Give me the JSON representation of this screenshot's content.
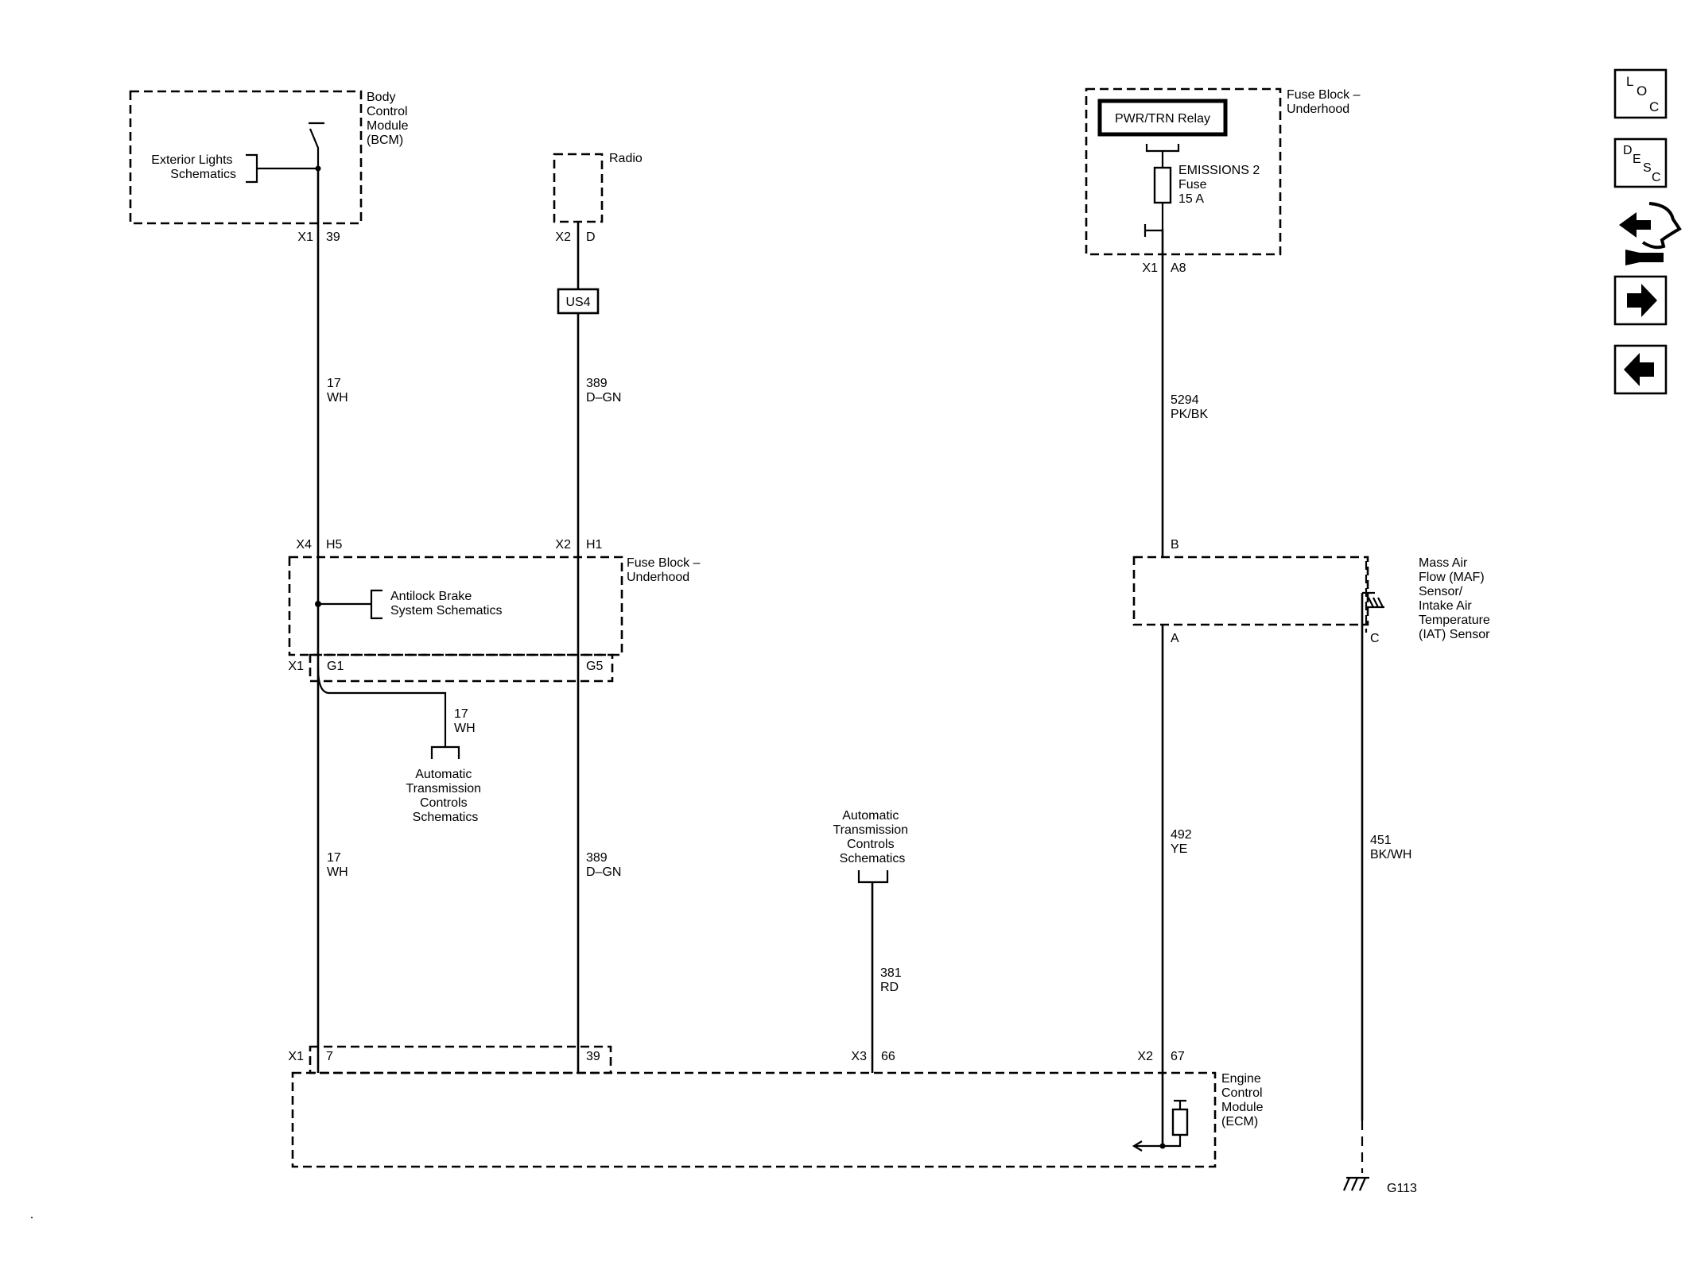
{
  "components": {
    "bcm": [
      "Body",
      "Control",
      "Module",
      "(BCM)"
    ],
    "exterior_lights": [
      "Exterior Lights",
      "Schematics"
    ],
    "radio": "Radio",
    "fuse_block_top": [
      "Fuse Block –",
      "Underhood"
    ],
    "relay": "PWR/TRN Relay",
    "fuse": [
      "EMISSIONS 2",
      "Fuse",
      "15 A"
    ],
    "fuse_block_mid": [
      "Fuse Block –",
      "Underhood"
    ],
    "abs": [
      "Antilock Brake",
      "System Schematics"
    ],
    "atc_left": [
      "Automatic",
      "Transmission",
      "Controls",
      "Schematics"
    ],
    "atc_center": [
      "Automatic",
      "Transmission",
      "Controls",
      "Schematics"
    ],
    "maf": [
      "Mass Air",
      "Flow (MAF)",
      "Sensor/",
      "Intake Air",
      "Temperature",
      "(IAT) Sensor"
    ],
    "ecm": [
      "Engine",
      "Control",
      "Module",
      "(ECM)"
    ],
    "splice": "US4",
    "ground": "G113"
  },
  "wires": {
    "bcm_out": [
      "17",
      "WH"
    ],
    "radio_out": [
      "389",
      "D–GN"
    ],
    "fuse_out": [
      "5294",
      "PK/BK"
    ],
    "atc_branch": [
      "17",
      "WH"
    ],
    "bcm_ecm": [
      "17",
      "WH"
    ],
    "radio_ecm": [
      "389",
      "D–GN"
    ],
    "atc_ecm": [
      "381",
      "RD"
    ],
    "maf_ecm": [
      "492",
      "YE"
    ],
    "maf_gnd": [
      "451",
      "BK/WH"
    ]
  },
  "connectors": {
    "bcm_conn": "X1",
    "bcm_pin": "39",
    "radio_conn": "X2",
    "radio_pin": "D",
    "fb_top_conn": "X1",
    "fb_top_pin": "A8",
    "fb_in_conn_left": "X4",
    "fb_in_pin_left": "H5",
    "fb_in_conn_right": "X2",
    "fb_in_pin_right": "H1",
    "fb_out_conn": "X1",
    "fb_out_pin_left": "G1",
    "fb_out_pin_right": "G5",
    "maf_pin_b": "B",
    "maf_pin_a": "A",
    "maf_pin_c": "C",
    "ecm_conn1": "X1",
    "ecm_pin1": "7",
    "ecm_pin2": "39",
    "ecm_conn3": "X3",
    "ecm_pin3": "66",
    "ecm_conn4": "X2",
    "ecm_pin4": "67"
  },
  "nav": {
    "loc_icon": "loc-icon",
    "desc_icon": "desc-icon",
    "connector_icon": "connector-icon",
    "next_icon": "arrow-right-icon",
    "prev_icon": "arrow-left-icon"
  }
}
